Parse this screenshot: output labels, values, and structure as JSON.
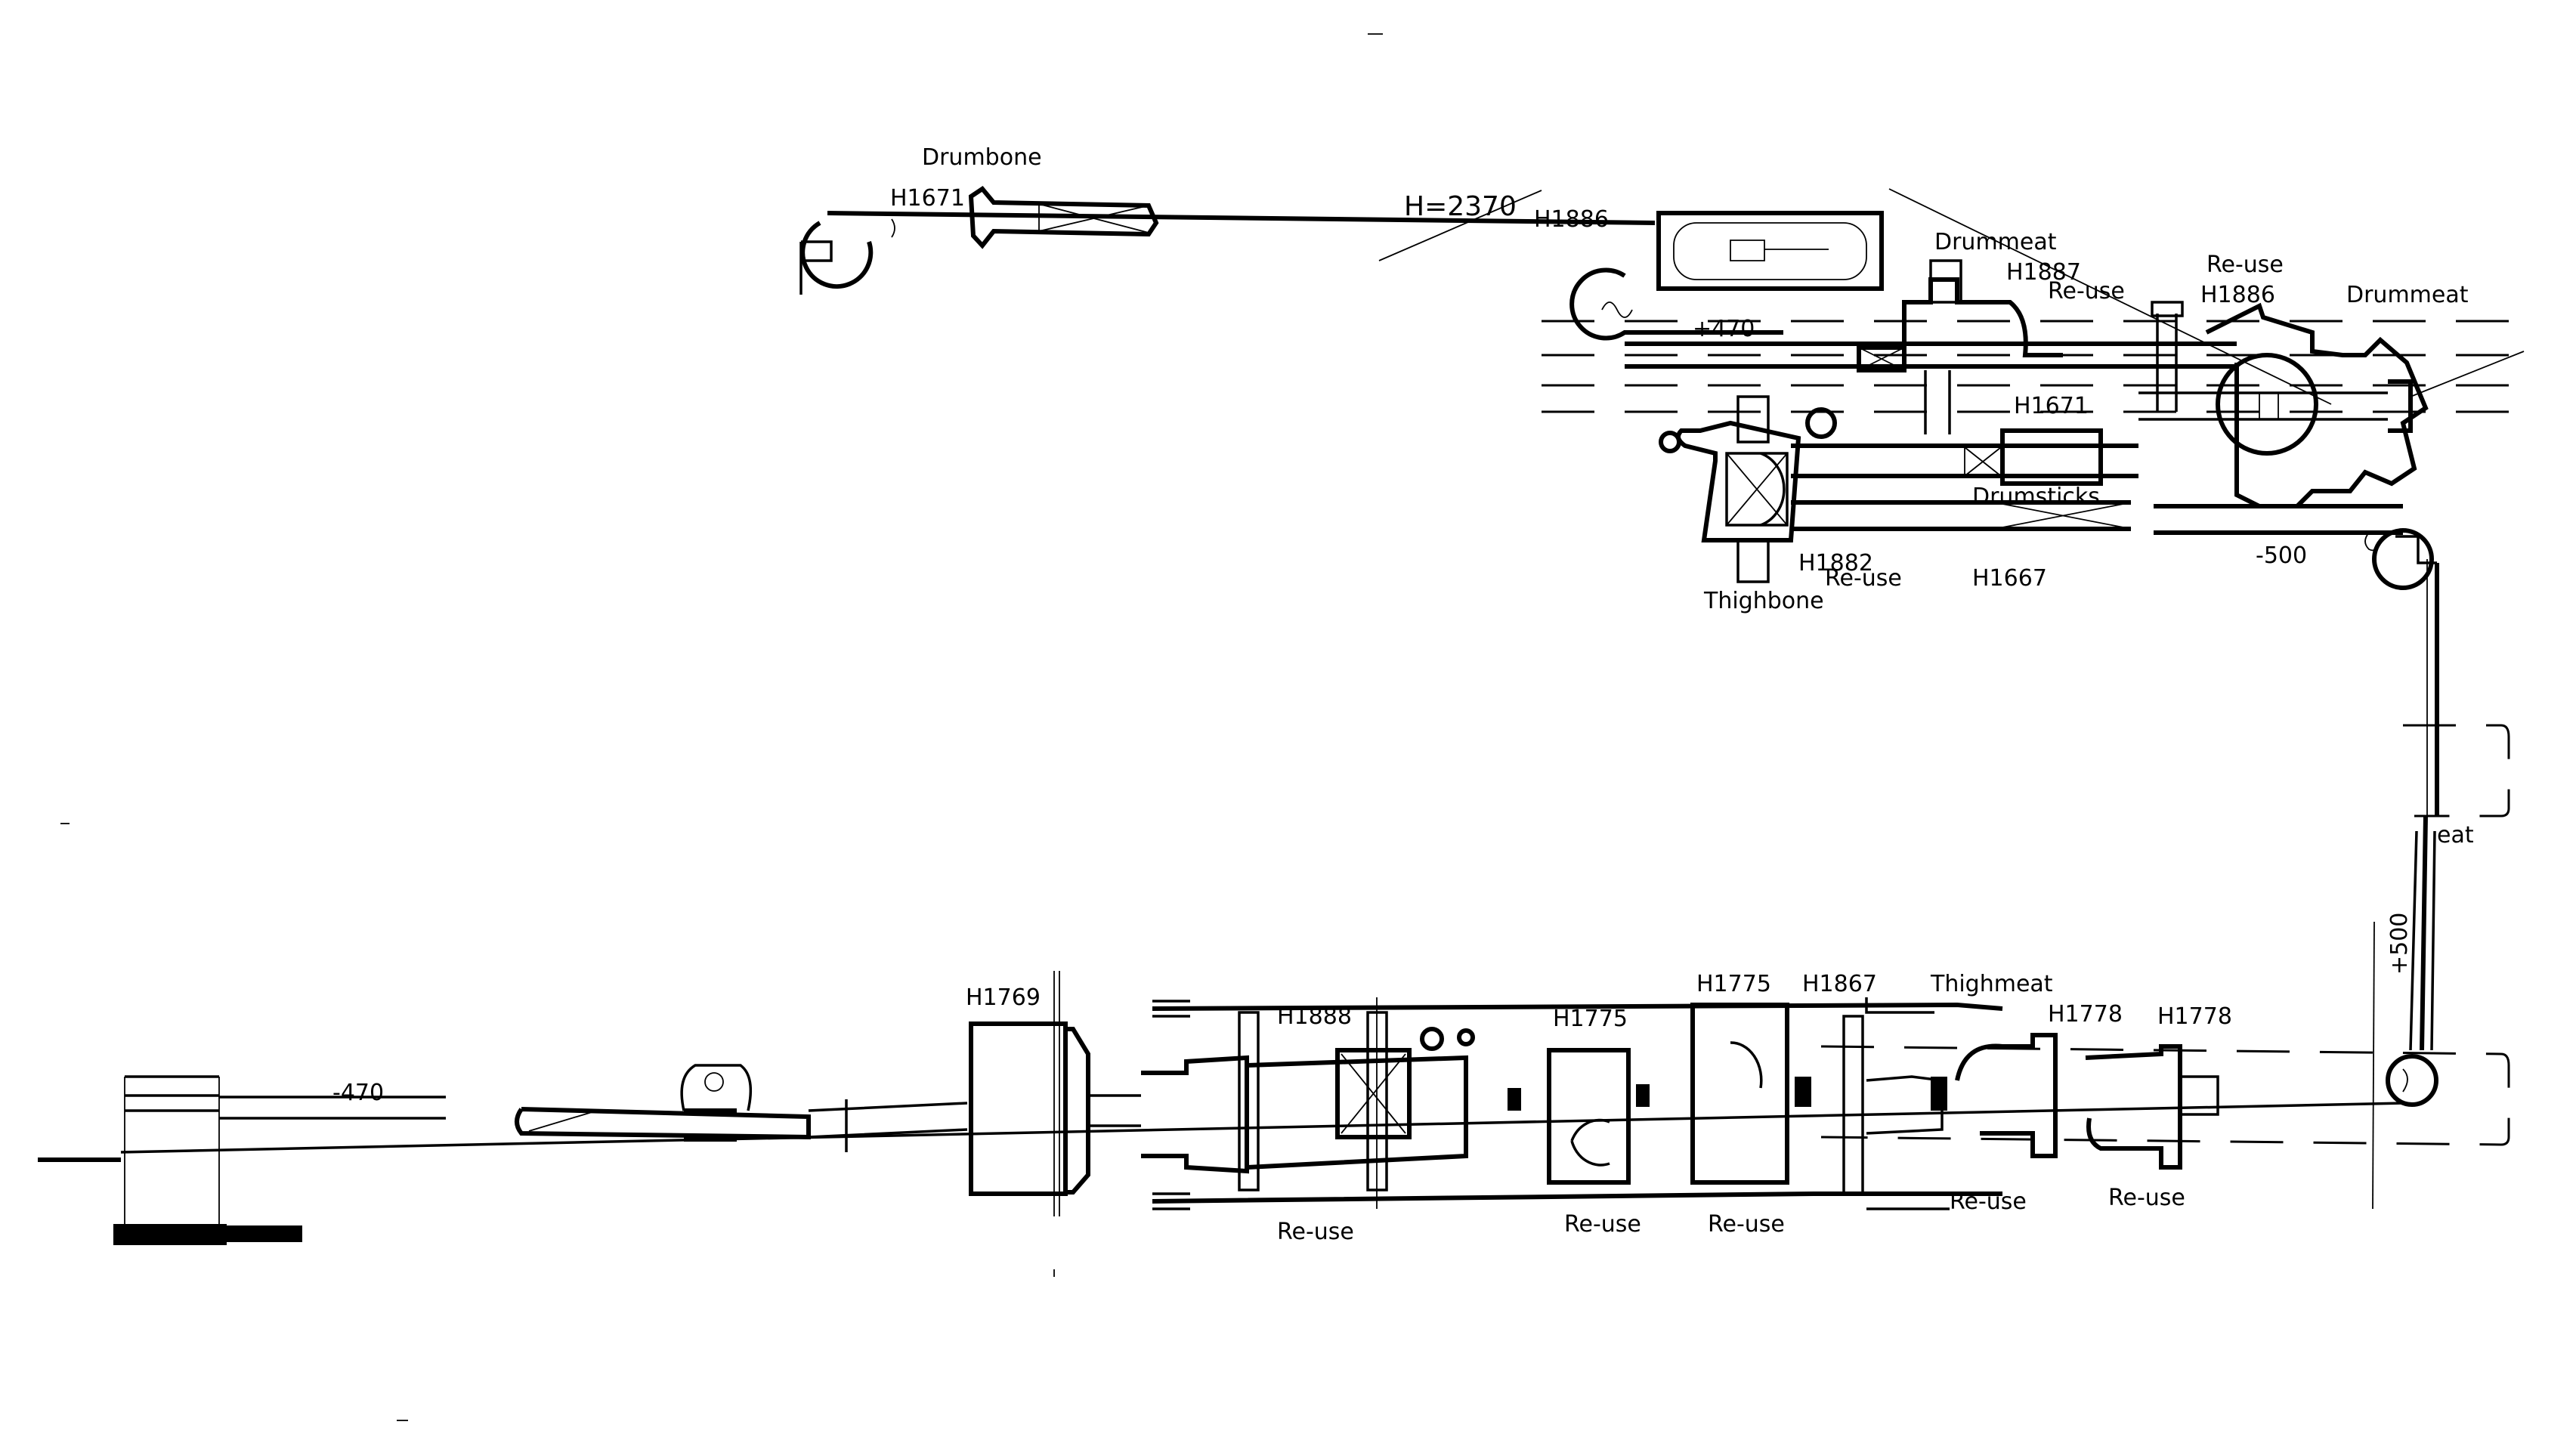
{
  "drawing": {
    "colors": {
      "line": "#000000",
      "background": "#ffffff"
    },
    "labels": {
      "drumbone": "Drumbone",
      "h1671_top": "H1671",
      "height_dim": "H=2370",
      "h1886_left": "H1886",
      "plus470": "+470",
      "drummeat_1": "Drummeat",
      "h1887": "H1887",
      "reuse_top_1": "Re-use",
      "reuse_top_2": "Re-use",
      "h1886_right": "H1886",
      "drummeat_2": "Drummeat",
      "h1671_mid": "H1671",
      "drumsticks": "Drumsticks",
      "h1882": "H1882",
      "reuse_mid": "Re-use",
      "h1667": "H1667",
      "thighbone": "Thighbone",
      "minus500": "-500",
      "eat_partial": "eat",
      "plus500": "+500",
      "minus470": "-470",
      "h1769": "H1769",
      "h1888": "H1888",
      "h1775_a": "H1775",
      "h1775_b": "H1775",
      "h1867": "H1867",
      "thighmeat": "Thighmeat",
      "h1778_a": "H1778",
      "h1778_b": "H1778",
      "reuse_bot_1": "Re-use",
      "reuse_bot_2": "Re-use",
      "reuse_bot_3": "Re-use",
      "reuse_bot_4": "Re-use",
      "reuse_bot_5": "Re-use"
    }
  }
}
